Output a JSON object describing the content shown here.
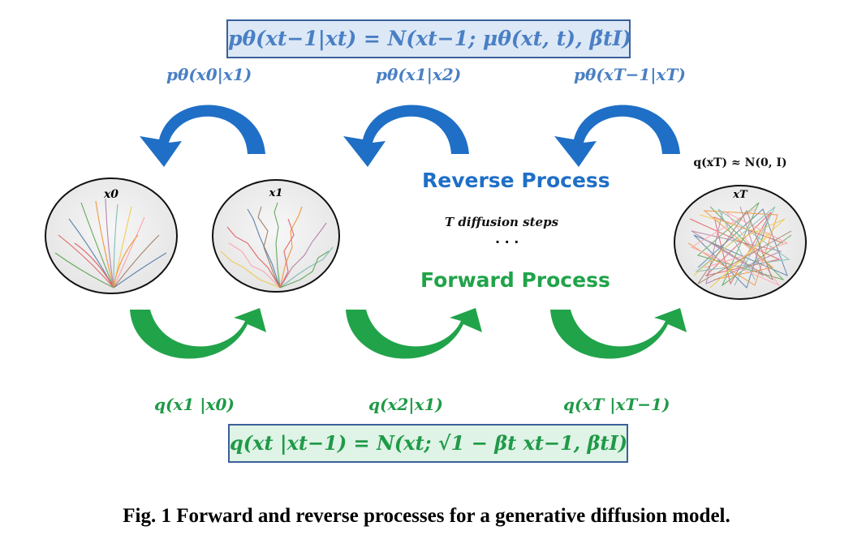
{
  "reverse_formula": "pθ(xt−1|xt) = N(xt−1; μθ(xt, t), β̃tI)",
  "forward_formula": "q(xt |xt−1) = N(xt; √1 − βt xt−1, βtI)",
  "reverse_labels": [
    "pθ(x0|x1)",
    "pθ(x1|x2)",
    "pθ(xT−1|xT)"
  ],
  "forward_labels": [
    "q(x1 |x0)",
    "q(x2|x1)",
    "q(xT |xT−1)"
  ],
  "reverse_process": "Reverse Process",
  "forward_process": "Forward Process",
  "diffusion_steps": "T diffusion steps",
  "ellipsis": "· · ·",
  "noise_label": "q(xT) ≈ N(0, I)",
  "states": [
    "x0",
    "x1",
    "xT"
  ],
  "caption": "Fig. 1    Forward and reverse processes for a generative diffusion model.",
  "colors": {
    "reverse": "#1f6fc6",
    "forward": "#21a34a",
    "reverse_text": "#4a7fc4",
    "forward_text": "#1f9a48"
  }
}
